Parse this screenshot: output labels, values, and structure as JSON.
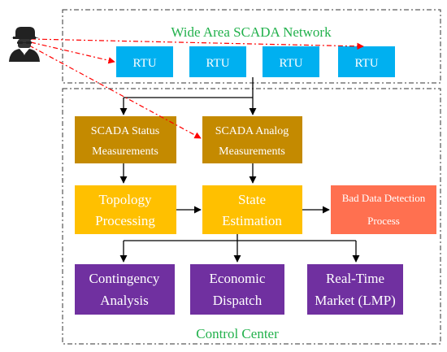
{
  "regions": {
    "wan": {
      "label": "Wide Area SCADA Network"
    },
    "control_center": {
      "label": "Control Center"
    }
  },
  "rtus": [
    "RTU",
    "RTU",
    "RTU",
    "RTU"
  ],
  "nodes": {
    "scada_status": {
      "lines": [
        "SCADA Status",
        "Measurements"
      ]
    },
    "scada_analog": {
      "lines": [
        "SCADA Analog",
        "Measurements"
      ]
    },
    "topology": {
      "lines": [
        "Topology",
        "Processing"
      ]
    },
    "state_estimation": {
      "lines": [
        "State",
        "Estimation"
      ]
    },
    "bad_data": {
      "lines": [
        "Bad Data Detection",
        "Process"
      ]
    },
    "contingency": {
      "lines": [
        "Contingency",
        "Analysis"
      ]
    },
    "economic": {
      "lines": [
        "Economic",
        "Dispatch"
      ]
    },
    "market": {
      "lines": [
        "Real-Time",
        "Market (LMP)"
      ]
    }
  },
  "colors": {
    "rtu": "#00b0f0",
    "measurement": "#c48a00",
    "processing": "#ffc000",
    "bad_data": "#ff7050",
    "application": "#7030a0",
    "region_text": "#22b14c",
    "attack_line": "#ff0000"
  },
  "icons": {
    "attacker": "hacker-icon"
  }
}
